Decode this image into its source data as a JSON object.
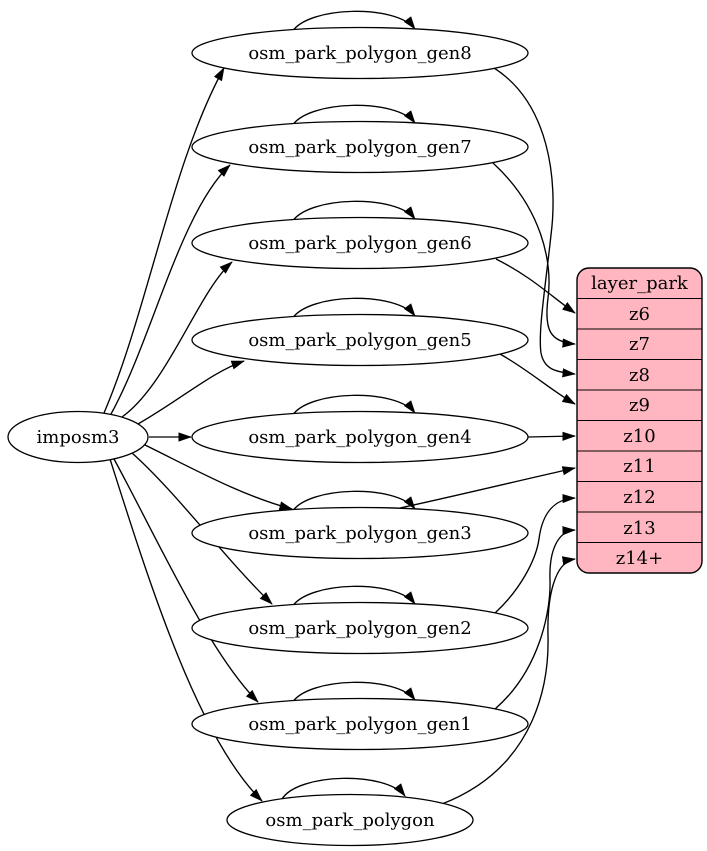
{
  "diagram": {
    "type": "graphviz-etl-graph",
    "background_color": "#ffffff",
    "node_fill_color": "#ffffff",
    "record_fill_color": "#ffb6c1",
    "stroke_color": "#000000",
    "source": {
      "label": "imposm3"
    },
    "tables": [
      {
        "label": "osm_park_polygon_gen8"
      },
      {
        "label": "osm_park_polygon_gen7"
      },
      {
        "label": "osm_park_polygon_gen6"
      },
      {
        "label": "osm_park_polygon_gen5"
      },
      {
        "label": "osm_park_polygon_gen4"
      },
      {
        "label": "osm_park_polygon_gen3"
      },
      {
        "label": "osm_park_polygon_gen2"
      },
      {
        "label": "osm_park_polygon_gen1"
      },
      {
        "label": "osm_park_polygon"
      }
    ],
    "layer": {
      "title": "layer_park",
      "rows": [
        "z6",
        "z7",
        "z8",
        "z9",
        "z10",
        "z11",
        "z12",
        "z13",
        "z14+"
      ]
    },
    "edges": [
      {
        "from": "imposm3",
        "to": "osm_park_polygon_gen8"
      },
      {
        "from": "imposm3",
        "to": "osm_park_polygon_gen7"
      },
      {
        "from": "imposm3",
        "to": "osm_park_polygon_gen6"
      },
      {
        "from": "imposm3",
        "to": "osm_park_polygon_gen5"
      },
      {
        "from": "imposm3",
        "to": "osm_park_polygon_gen4"
      },
      {
        "from": "imposm3",
        "to": "osm_park_polygon_gen3"
      },
      {
        "from": "imposm3",
        "to": "osm_park_polygon_gen2"
      },
      {
        "from": "imposm3",
        "to": "osm_park_polygon_gen1"
      },
      {
        "from": "imposm3",
        "to": "osm_park_polygon"
      },
      {
        "from": "osm_park_polygon_gen8",
        "to": "osm_park_polygon_gen8",
        "kind": "self-loop"
      },
      {
        "from": "osm_park_polygon_gen7",
        "to": "osm_park_polygon_gen7",
        "kind": "self-loop"
      },
      {
        "from": "osm_park_polygon_gen6",
        "to": "osm_park_polygon_gen6",
        "kind": "self-loop"
      },
      {
        "from": "osm_park_polygon_gen5",
        "to": "osm_park_polygon_gen5",
        "kind": "self-loop"
      },
      {
        "from": "osm_park_polygon_gen4",
        "to": "osm_park_polygon_gen4",
        "kind": "self-loop"
      },
      {
        "from": "osm_park_polygon_gen3",
        "to": "osm_park_polygon_gen3",
        "kind": "self-loop"
      },
      {
        "from": "osm_park_polygon_gen2",
        "to": "osm_park_polygon_gen2",
        "kind": "self-loop"
      },
      {
        "from": "osm_park_polygon_gen1",
        "to": "osm_park_polygon_gen1",
        "kind": "self-loop"
      },
      {
        "from": "osm_park_polygon",
        "to": "osm_park_polygon",
        "kind": "self-loop"
      },
      {
        "from": "osm_park_polygon_gen6",
        "to": "layer_park.z6"
      },
      {
        "from": "osm_park_polygon_gen7",
        "to": "layer_park.z7"
      },
      {
        "from": "osm_park_polygon_gen8",
        "to": "layer_park.z8"
      },
      {
        "from": "osm_park_polygon_gen5",
        "to": "layer_park.z9"
      },
      {
        "from": "osm_park_polygon_gen4",
        "to": "layer_park.z10"
      },
      {
        "from": "osm_park_polygon_gen3",
        "to": "layer_park.z11"
      },
      {
        "from": "osm_park_polygon_gen2",
        "to": "layer_park.z12"
      },
      {
        "from": "osm_park_polygon_gen1",
        "to": "layer_park.z13"
      },
      {
        "from": "osm_park_polygon",
        "to": "layer_park.z14+"
      }
    ]
  }
}
